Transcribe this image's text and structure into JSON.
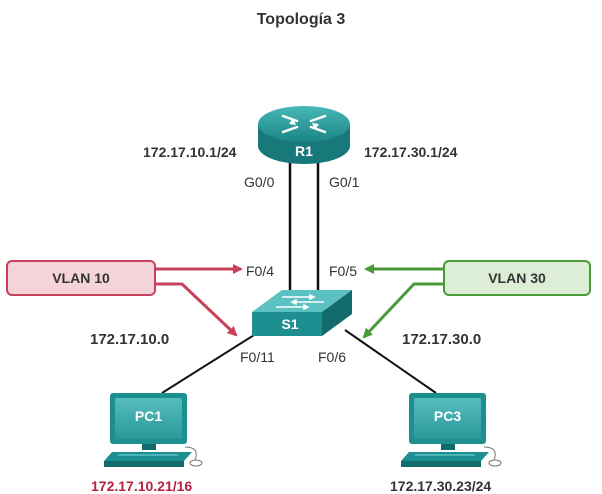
{
  "title": "Topología 3",
  "router": {
    "name": "R1",
    "left_ip": "172.17.10.1/24",
    "right_ip": "172.17.30.1/24",
    "port_left": "G0/0",
    "port_right": "G0/1"
  },
  "switch": {
    "name": "S1",
    "port_f04": "F0/4",
    "port_f05": "F0/5",
    "port_f011": "F0/11",
    "port_f06": "F0/6"
  },
  "vlans": [
    {
      "label": "VLAN 10",
      "color": "#c8415a",
      "fill": "#f5d3da"
    },
    {
      "label": "VLAN 30",
      "color": "#4a9a3a",
      "fill": "#ddeed6"
    }
  ],
  "networks": {
    "left": "172.17.10.0",
    "right": "172.17.30.0"
  },
  "pcs": [
    {
      "name": "PC1",
      "ip": "172.17.10.21/16",
      "ip_color": "#b5223d"
    },
    {
      "name": "PC3",
      "ip": "172.17.30.23/24",
      "ip_color": "#333333"
    }
  ],
  "colors": {
    "device": "#1e8f90",
    "device_dark": "#116a6c",
    "device_light": "#5cc1c2",
    "line": "#111111"
  }
}
